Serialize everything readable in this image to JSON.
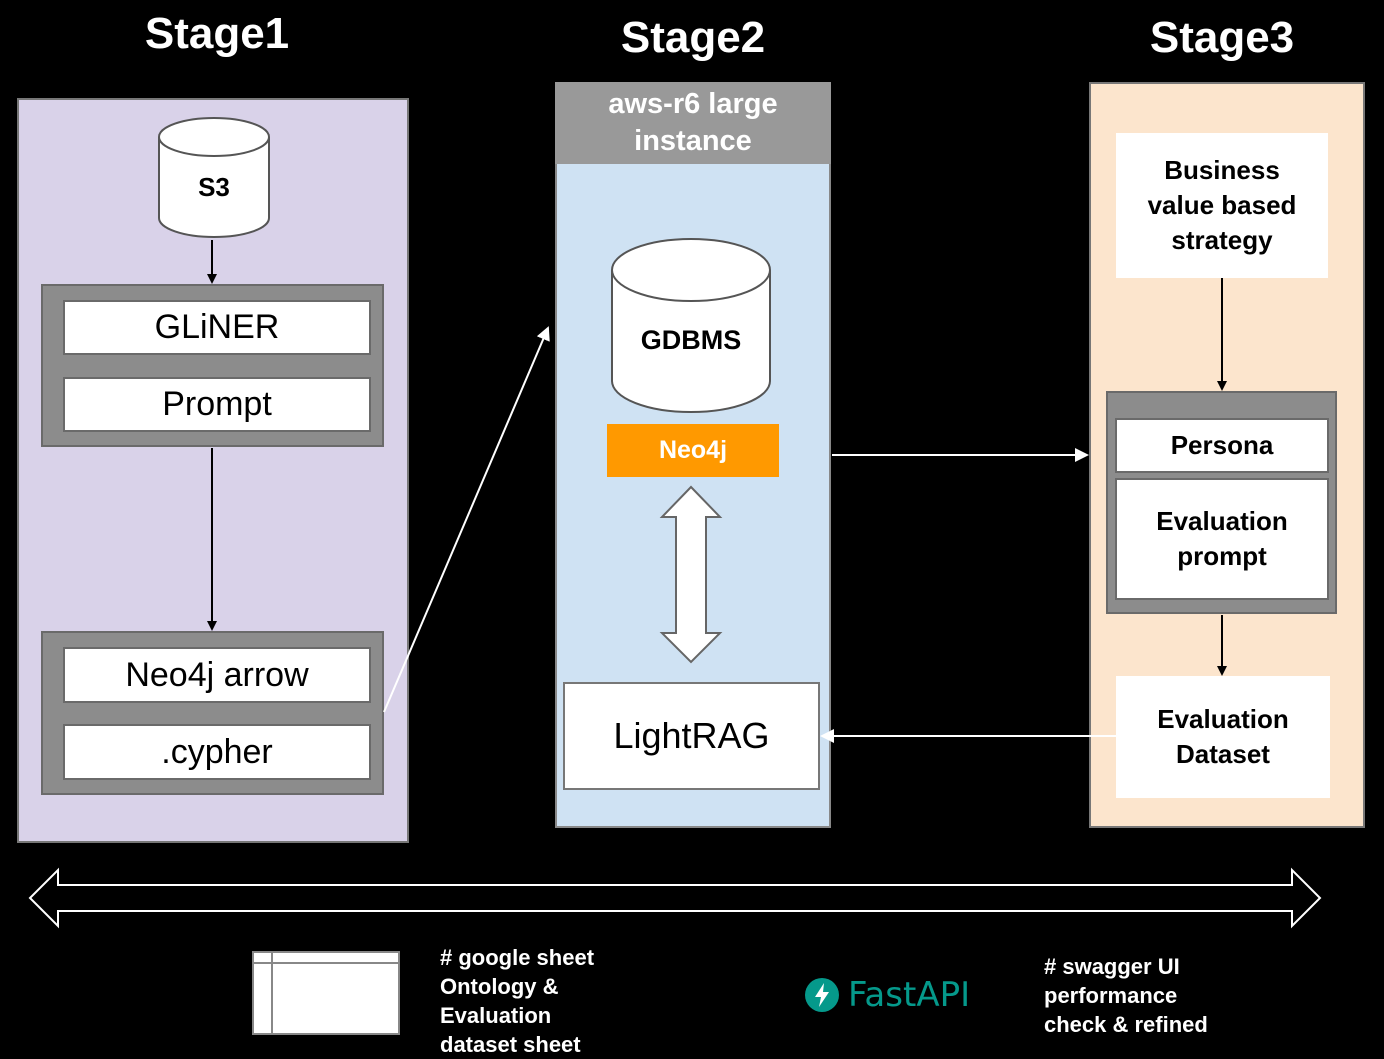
{
  "stages": [
    {
      "title": "Stage1"
    },
    {
      "title": "Stage2"
    },
    {
      "title": "Stage3"
    }
  ],
  "stage1": {
    "s3": "S3",
    "gliner": "GLiNER",
    "prompt": "Prompt",
    "neo4j_arrow": "Neo4j arrow",
    "cypher": ".cypher"
  },
  "stage2": {
    "header": "aws-r6 large instance",
    "gdbms": "GDBMS",
    "neo4j": "Neo4j",
    "lightrag": "LightRAG"
  },
  "stage3": {
    "strategy": "Business value based strategy",
    "persona": "Persona",
    "eval_prompt": "Evaluation prompt",
    "eval_dataset": "Evaluation Dataset"
  },
  "footer": {
    "sheet_note": "# google sheet Ontology & Evaluation dataset sheet",
    "fastapi_logo": "FastAPI",
    "swagger_note": "# swagger UI performance check & refined"
  },
  "colors": {
    "stage1_bg": "#d9d2e9",
    "stage2_bg": "#cfe2f3",
    "stage3_bg": "#fce5cd",
    "neo4j_badge": "#ff9900",
    "header_gray": "#999999",
    "fastapi_teal": "#05998b"
  }
}
